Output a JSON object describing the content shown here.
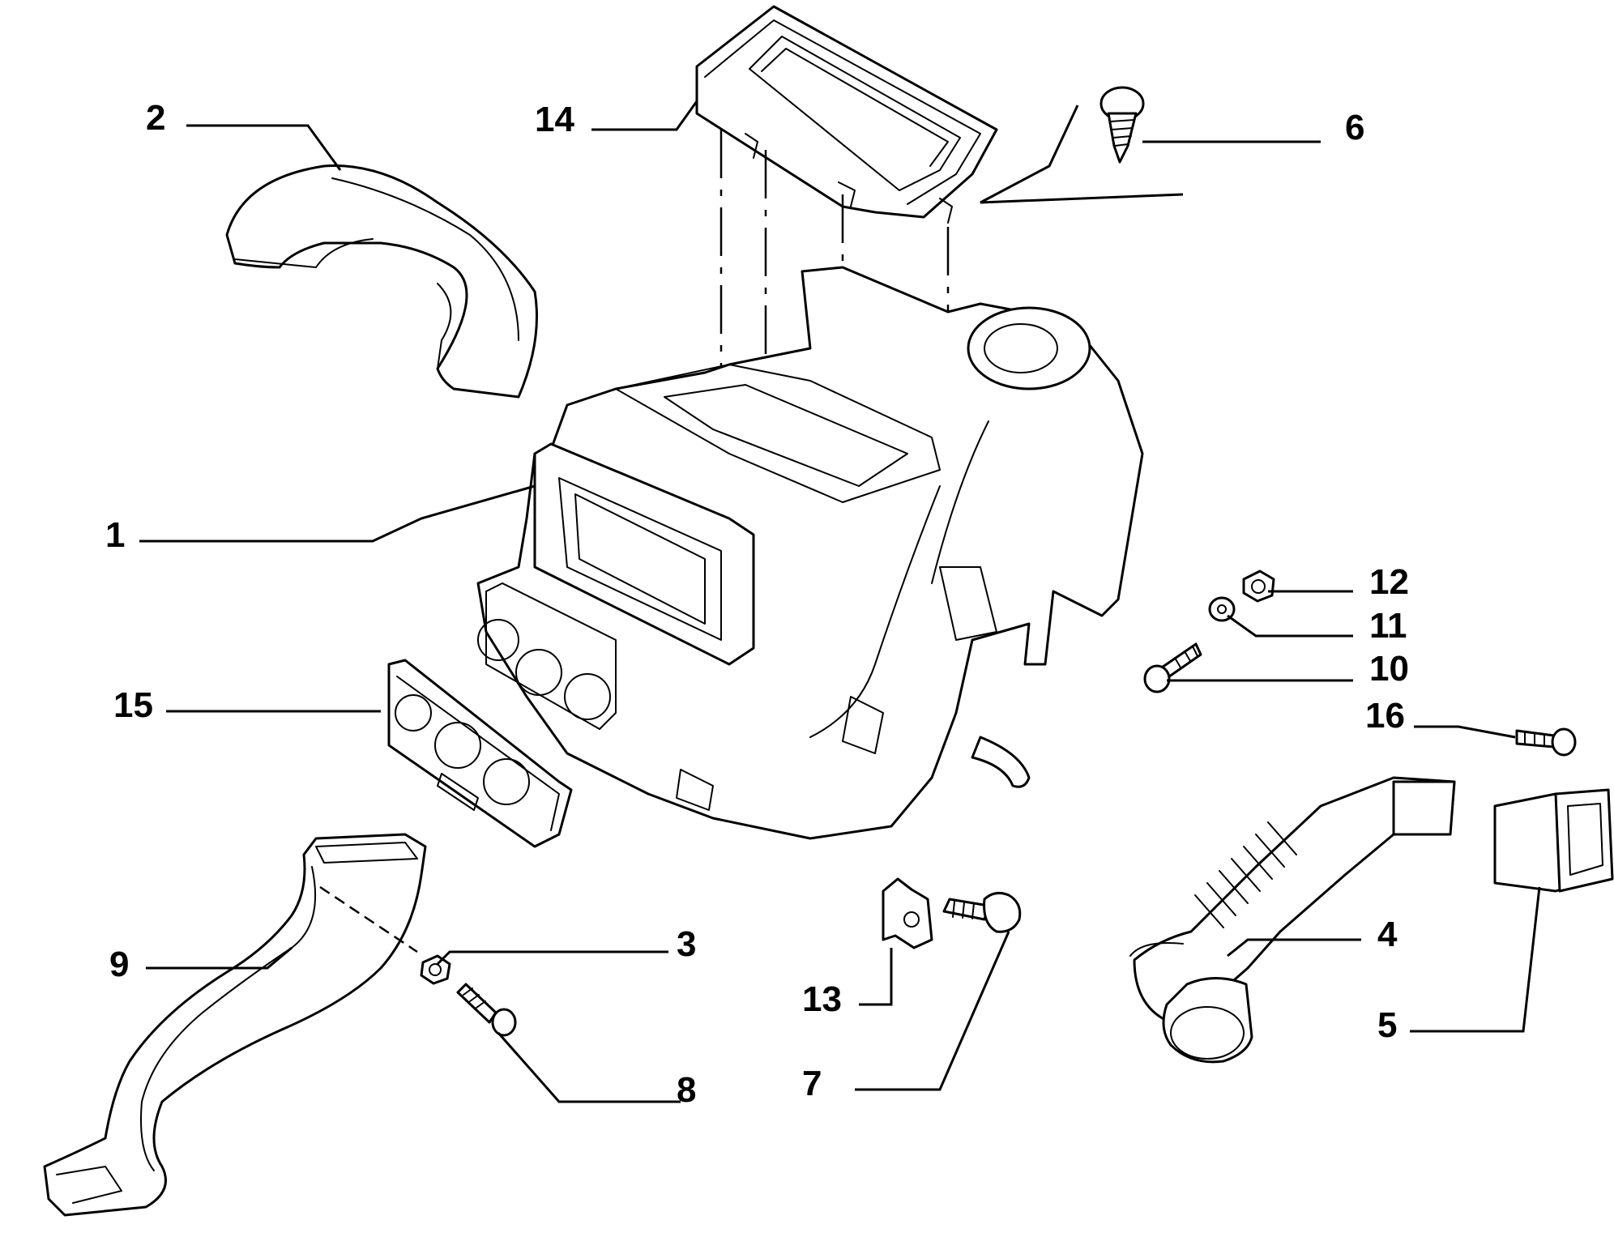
{
  "parts": [
    {
      "id": "1",
      "name": "callout-1"
    },
    {
      "id": "2",
      "name": "callout-2"
    },
    {
      "id": "3",
      "name": "callout-3"
    },
    {
      "id": "4",
      "name": "callout-4"
    },
    {
      "id": "5",
      "name": "callout-5"
    },
    {
      "id": "6",
      "name": "callout-6"
    },
    {
      "id": "7",
      "name": "callout-7"
    },
    {
      "id": "8",
      "name": "callout-8"
    },
    {
      "id": "9",
      "name": "callout-9"
    },
    {
      "id": "10",
      "name": "callout-10"
    },
    {
      "id": "11",
      "name": "callout-11"
    },
    {
      "id": "12",
      "name": "callout-12"
    },
    {
      "id": "13",
      "name": "callout-13"
    },
    {
      "id": "14",
      "name": "callout-14"
    },
    {
      "id": "15",
      "name": "callout-15"
    },
    {
      "id": "16",
      "name": "callout-16"
    }
  ]
}
